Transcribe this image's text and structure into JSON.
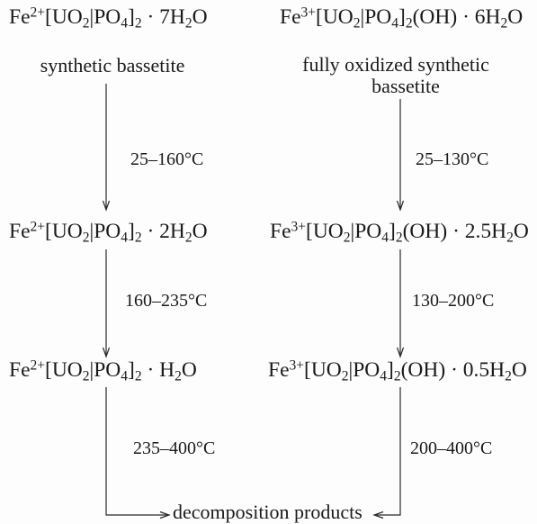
{
  "left": {
    "formula_1": [
      {
        "base": "Fe"
      },
      {
        "sup": "2+"
      },
      {
        "base": "[UO"
      },
      {
        "sub": "2"
      },
      {
        "base": "|PO"
      },
      {
        "sub": "4"
      },
      {
        "base": "]"
      },
      {
        "sub": "2"
      },
      {
        "base": " · 7H"
      },
      {
        "sub": "2"
      },
      {
        "base": "O"
      }
    ],
    "label": "synthetic bassetite",
    "temp_1": "25–160°C",
    "formula_2": [
      {
        "base": "Fe"
      },
      {
        "sup": "2+"
      },
      {
        "base": "[UO"
      },
      {
        "sub": "2"
      },
      {
        "base": "|PO"
      },
      {
        "sub": "4"
      },
      {
        "base": "]"
      },
      {
        "sub": "2"
      },
      {
        "base": " · 2H"
      },
      {
        "sub": "2"
      },
      {
        "base": "O"
      }
    ],
    "temp_2": "160–235°C",
    "formula_3": [
      {
        "base": "Fe"
      },
      {
        "sup": "2+"
      },
      {
        "base": "[UO"
      },
      {
        "sub": "2"
      },
      {
        "base": "|PO"
      },
      {
        "sub": "4"
      },
      {
        "base": "]"
      },
      {
        "sub": "2"
      },
      {
        "base": " · H"
      },
      {
        "sub": "2"
      },
      {
        "base": "O"
      }
    ],
    "temp_3": "235–400°C"
  },
  "right": {
    "formula_1": [
      {
        "base": "Fe"
      },
      {
        "sup": "3+"
      },
      {
        "base": "[UO"
      },
      {
        "sub": "2"
      },
      {
        "base": "|PO"
      },
      {
        "sub": "4"
      },
      {
        "base": "]"
      },
      {
        "sub": "2"
      },
      {
        "base": "(OH) · 6H"
      },
      {
        "sub": "2"
      },
      {
        "base": "O"
      }
    ],
    "label_lines": [
      "fully oxidized synthetic",
      "bassetite"
    ],
    "temp_1": "25–130°C",
    "formula_2": [
      {
        "base": "Fe"
      },
      {
        "sup": "3+"
      },
      {
        "base": "[UO"
      },
      {
        "sub": "2"
      },
      {
        "base": "|PO"
      },
      {
        "sub": "4"
      },
      {
        "base": "]"
      },
      {
        "sub": "2"
      },
      {
        "base": "(OH) · 2.5H"
      },
      {
        "sub": "2"
      },
      {
        "base": "O"
      }
    ],
    "temp_2": "130–200°C",
    "formula_3": [
      {
        "base": "Fe"
      },
      {
        "sup": "3+"
      },
      {
        "base": "[UO"
      },
      {
        "sub": "2"
      },
      {
        "base": "|PO"
      },
      {
        "sub": "4"
      },
      {
        "base": "]"
      },
      {
        "sub": "2"
      },
      {
        "base": "(OH) · 0.5H"
      },
      {
        "sub": "2"
      },
      {
        "base": "O"
      }
    ],
    "temp_3": "200–400°C"
  },
  "end_product": "decomposition products"
}
